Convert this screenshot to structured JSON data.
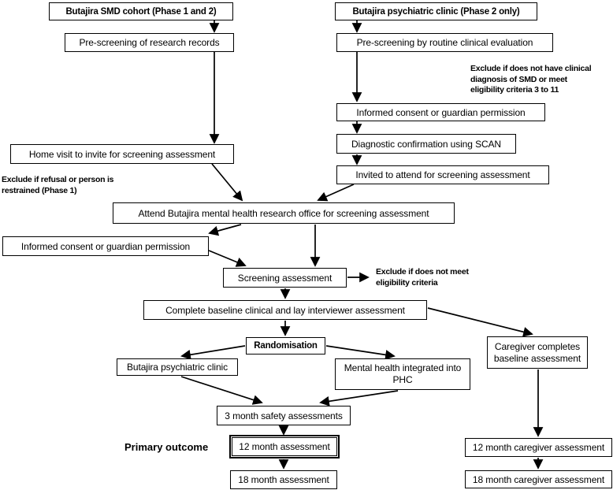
{
  "diagram": {
    "boxes": {
      "smd_cohort": {
        "label": "Butajira SMD cohort (Phase 1 and 2)"
      },
      "prescreen_records": {
        "label": "Pre-screening of research records"
      },
      "home_visit": {
        "label": "Home visit to invite for screening assessment"
      },
      "psych_clinic": {
        "label": "Butajira psychiatric clinic (Phase 2 only)"
      },
      "prescreen_clinic": {
        "label": "Pre-screening by routine clinical evaluation"
      },
      "consent_clinic": {
        "label": "Informed consent or guardian permission"
      },
      "scan_confirm": {
        "label": "Diagnostic confirmation using SCAN"
      },
      "invited": {
        "label": "Invited to attend for screening assessment"
      },
      "attend_office": {
        "label": "Attend Butajira mental health research office for screening assessment"
      },
      "consent_cohort": {
        "label": "Informed consent or guardian permission"
      },
      "screening": {
        "label": "Screening assessment"
      },
      "baseline": {
        "label": "Complete baseline clinical and lay interviewer assessment"
      },
      "randomisation": {
        "label": "Randomisation"
      },
      "arm_clinic": {
        "label": "Butajira psychiatric clinic"
      },
      "arm_phc": {
        "label": "Mental health integrated into PHC"
      },
      "caregiver_baseline": {
        "label": "Caregiver completes baseline assessment"
      },
      "safety_3m": {
        "label": "3 month safety assessments"
      },
      "month12": {
        "label": "12 month assessment"
      },
      "month18": {
        "label": "18 month assessment"
      },
      "caregiver_12m": {
        "label": "12 month caregiver assessment"
      },
      "caregiver_18m": {
        "label": "18 month caregiver assessment"
      }
    },
    "annotations": {
      "exclude_clinic": {
        "lines": [
          "Exclude if does not have clinical",
          "diagnosis of SMD or meet",
          "eligibility criteria 3 to 11"
        ]
      },
      "exclude_refusal": {
        "lines": [
          "Exclude if refusal or person is",
          "restrained (Phase 1)"
        ]
      },
      "exclude_eligibility": {
        "lines": [
          "Exclude if does not meet",
          "eligibility criteria"
        ]
      },
      "primary_outcome": "Primary outcome"
    },
    "colors": {
      "line": "#000000",
      "box_background": "#ffffff",
      "text": "#000000"
    }
  }
}
